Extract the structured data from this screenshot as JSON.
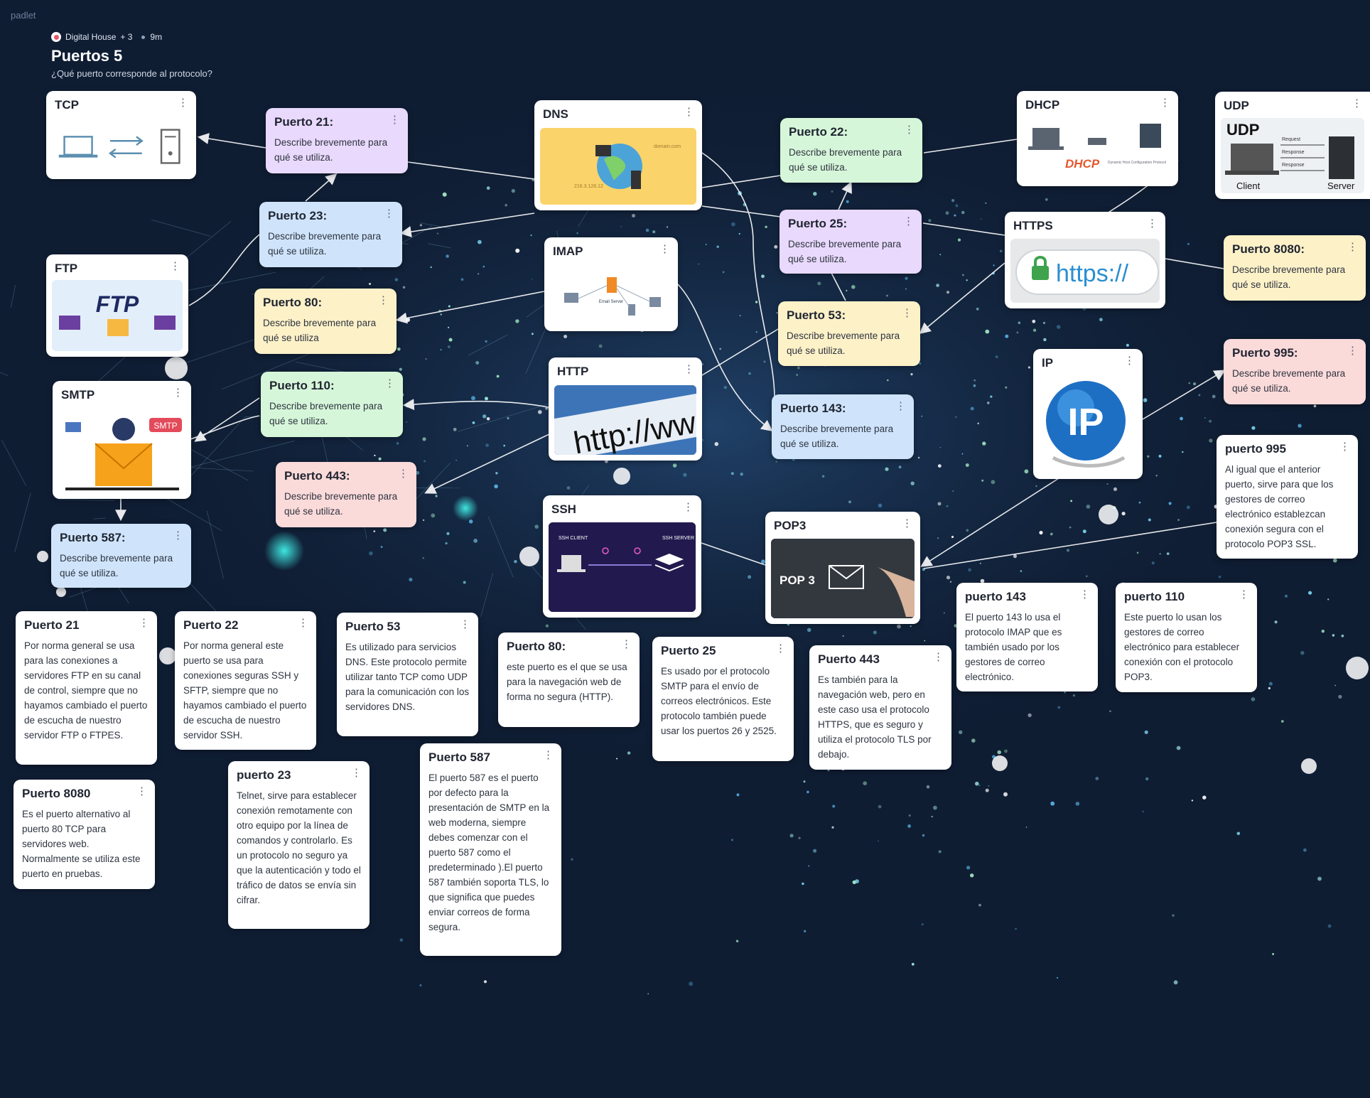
{
  "app": {
    "brand": "padlet"
  },
  "header": {
    "author": "Digital House",
    "collaborators": "+ 3",
    "time": "9m",
    "title": "Puertos 5",
    "subtitle": "¿Qué puerto corresponde al protocolo?"
  },
  "colors": {
    "background": "#0f1d33",
    "purple": "#e9d9fc",
    "blue": "#cfe4fb",
    "yellow": "#fdf1c8",
    "green": "#d6f6d9",
    "pink": "#fbdada"
  },
  "protocols": {
    "tcp": {
      "title": "TCP",
      "image_icon": "tcp-transfer-icon"
    },
    "ftp": {
      "title": "FTP",
      "image_text": "FTP"
    },
    "smtp": {
      "title": "SMTP",
      "image_text": "SMTP"
    },
    "dns": {
      "title": "DNS",
      "image_icon": "dns-globe-icon",
      "image_text_1": "domain.com",
      "image_text_2": "216.3.128.12"
    },
    "imap": {
      "title": "IMAP",
      "image_icon": "imap-network-icon",
      "image_text": "Email Server"
    },
    "http": {
      "title": "HTTP",
      "image_text": "http://ww"
    },
    "ssh": {
      "title": "SSH",
      "image_text_client": "SSH CLIENT",
      "image_text_server": "SSH SERVER"
    },
    "dhcp": {
      "title": "DHCP",
      "image_text": "DHCP",
      "image_text_sub": "Dynamic Host Configuration Protocol"
    },
    "udp": {
      "title": "UDP",
      "image_text": "UDP",
      "client": "Client",
      "server": "Server",
      "request": "Request",
      "response": "Response"
    },
    "https": {
      "title": "HTTPS",
      "image_text": "https://"
    },
    "ip": {
      "title": "IP",
      "image_text": "IP"
    },
    "pop3": {
      "title": "POP3",
      "image_text": "POP 3"
    }
  },
  "prompts": {
    "p21": {
      "title": "Puerto 21:",
      "text": "Describe brevemente para qué se utiliza."
    },
    "p23": {
      "title": "Puerto 23:",
      "text": "Describe brevemente para qué se utiliza."
    },
    "p80": {
      "title": "Puerto 80:",
      "text": "Describe brevemente para qué se utiliza"
    },
    "p110": {
      "title": "Puerto 110:",
      "text": "Describe brevemente para qué se utiliza."
    },
    "p443": {
      "title": "Puerto 443:",
      "text": "Describe brevemente para qué se utiliza."
    },
    "p587": {
      "title": "Puerto 587:",
      "text": "Describe brevemente para qué se utiliza."
    },
    "p22": {
      "title": "Puerto 22:",
      "text": "Describe brevemente para qué se utiliza."
    },
    "p25": {
      "title": "Puerto 25:",
      "text": "Describe brevemente para qué se utiliza."
    },
    "p53": {
      "title": "Puerto 53:",
      "text": "Describe brevemente para qué se utiliza."
    },
    "p143": {
      "title": "Puerto 143:",
      "text": "Describe brevemente para qué se utiliza."
    },
    "p8080": {
      "title": "Puerto 8080:",
      "text": "Describe brevemente para qué se utiliza."
    },
    "p995": {
      "title": "Puerto 995:",
      "text": "Describe brevemente para qué se utiliza."
    }
  },
  "answers": {
    "a21": {
      "title": "Puerto 21",
      "text": "Por norma general se usa para las conexiones a servidores FTP en su canal de control, siempre que no hayamos cambiado el puerto de escucha de nuestro servidor FTP o FTPES."
    },
    "a22": {
      "title": "Puerto 22",
      "text": "Por norma general este puerto se usa para conexiones seguras SSH y SFTP, siempre que no hayamos cambiado el puerto de escucha de nuestro servidor SSH."
    },
    "a53": {
      "title": "Puerto 53",
      "text": "Es utilizado para servicios DNS. Este protocolo permite utilizar tanto TCP como UDP para la comunicación con los servidores DNS."
    },
    "a80": {
      "title": "Puerto 80:",
      "text": " este puerto es el que se usa para la navegación web de forma no segura (HTTP)."
    },
    "a25": {
      "title": "Puerto 25",
      "text": "Es usado por el protocolo SMTP para el envío de correos electrónicos. Este protocolo también puede usar los puertos 26 y 2525."
    },
    "a443": {
      "title": "Puerto 443",
      "text": "Es también para la navegación web, pero en este caso usa el protocolo HTTPS, que es seguro y utiliza el protocolo TLS por debajo."
    },
    "a143": {
      "title": "puerto 143",
      "text": "El puerto 143 lo usa el protocolo IMAP que es también usado por los gestores de correo electrónico."
    },
    "a110": {
      "title": "puerto 110",
      "text": "Este puerto lo usan los gestores de correo electrónico para establecer conexión con el protocolo POP3."
    },
    "a995": {
      "title": "puerto 995",
      "text": "Al igual que el anterior puerto, sirve para que los gestores de correo electrónico establezcan conexión segura con el protocolo POP3 SSL."
    },
    "a8080": {
      "title": "Puerto 8080",
      "text": "Es el puerto alternativo al puerto 80 TCP para servidores web. Normalmente se utiliza este puerto en pruebas."
    },
    "a23": {
      "title": "puerto 23",
      "text": "Telnet, sirve para establecer conexión remotamente con otro equipo por la línea de comandos y controlarlo. Es un protocolo no seguro ya que la autenticación y todo el tráfico de datos se envía sin cifrar."
    },
    "a587": {
      "title": "Puerto 587",
      "text": "El puerto 587 es el puerto por defecto para la presentación de SMTP en la web moderna, siempre debes comenzar con el puerto 587 como el predeterminado ).El puerto 587 también soporta TLS, lo que significa que puedes enviar correos de forma segura."
    }
  },
  "icons": {
    "more": "more-vertical-icon",
    "avatar": "avatar-icon"
  }
}
